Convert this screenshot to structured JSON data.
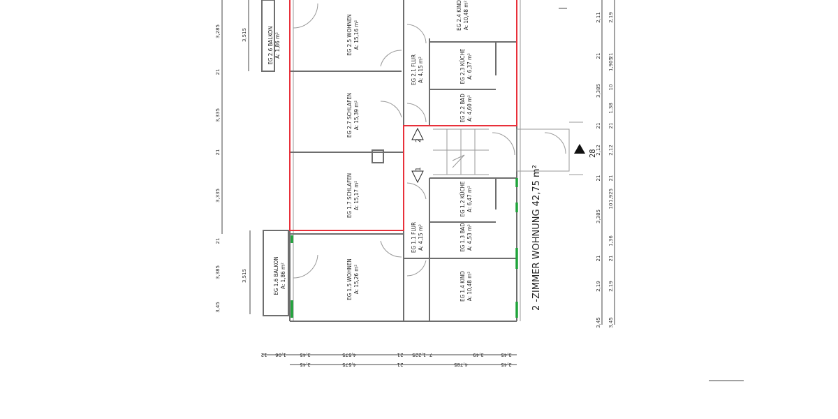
{
  "plan": {
    "rooms": [
      {
        "name": "EG 2.6 BALKON",
        "area": "A: 1,86 m²"
      },
      {
        "name": "EG 2.5 WOHNEN",
        "area": "A: 15,16 m²"
      },
      {
        "name": "EG 2.4 KIND",
        "area": "A: 10,48 m²"
      },
      {
        "name": "EG 2.1 FLUR",
        "area": "A: 4,15 m²"
      },
      {
        "name": "EG 2.3 KÜCHE",
        "area": "A: 6,37 m²"
      },
      {
        "name": "EG 2.2 BAD",
        "area": "A: 4,60 m²"
      },
      {
        "name": "EG 2.7 SCHLAFEN",
        "area": "A: 15,39 m²"
      },
      {
        "name": "EG 1.7 SCHLAFEN",
        "area": "A: 15,17 m²"
      },
      {
        "name": "EG 1.2 KÜCHE",
        "area": "A: 6,47 m²"
      },
      {
        "name": "EG 1.3 BAD",
        "area": "A: 4,53 m²"
      },
      {
        "name": "EG 1.1 FLUR",
        "area": "A: 4,15 m²"
      },
      {
        "name": "EG 1.5 WOHNEN",
        "area": "A: 15,26 m²"
      },
      {
        "name": "EG 1.6 BALKON",
        "area": "A: 1,86 m²"
      },
      {
        "name": "EG 1.4 KIND",
        "area": "A: 10,48 m²"
      }
    ],
    "apartment_label": "2 -ZIMMER WOHNUNG 42,75 m²",
    "section_marker": "28",
    "stair_markers": [
      "2",
      "1"
    ],
    "dims_left": [
      "3,285",
      "21",
      "3,335",
      "21",
      "3,335",
      "21",
      "3,385",
      "3,45"
    ],
    "dims_left_inner": [
      "3,515",
      "3,515"
    ],
    "dims_right_outer": [
      "2,11",
      "21",
      "3,385",
      "21",
      "2,12",
      "21",
      "3,385",
      "21",
      "2,19",
      "3,45"
    ],
    "dims_right_inner": [
      "2,19",
      "21",
      "1,905",
      "10",
      "1,38",
      "21",
      "2,12",
      "21",
      "1,925",
      "10",
      "1,36",
      "21",
      "2,19",
      "3,45"
    ],
    "dims_bottom_top": [
      "12",
      "1,06",
      "3,45",
      "4,575",
      "21",
      "1,225",
      "7",
      "3,49",
      "3,45"
    ],
    "dims_bottom_bottom": [
      "3,45",
      "4,575",
      "21",
      "4,785",
      "3,45"
    ],
    "colors": {
      "unit_outline": "#e8303a",
      "windows": "#1fa33a",
      "walls": "#6e6e6e"
    }
  }
}
